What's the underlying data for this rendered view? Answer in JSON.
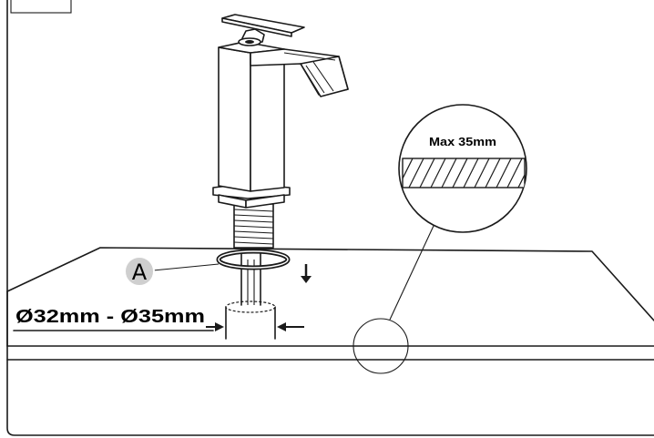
{
  "diagram": {
    "label_a": "A",
    "hole_diameter_label": "Ø32mm - Ø35mm",
    "max_thickness_label": "Max 35mm",
    "colors": {
      "line": "#1a1a1a",
      "label_bubble": "#cfcfcf"
    },
    "icons": [
      "down-arrow-icon",
      "left-arrow-icon",
      "right-arrow-icon"
    ]
  }
}
